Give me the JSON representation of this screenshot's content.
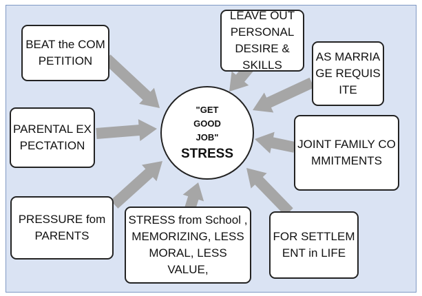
{
  "colors": {
    "background": "#dae3f3",
    "border": "#7f98c4",
    "arrow": "#a6a6a6",
    "box_fill": "#ffffff",
    "box_stroke": "#222222"
  },
  "center": {
    "subtitle": "\"GET GOOD JOB\"",
    "title": "STRESS"
  },
  "nodes": [
    {
      "id": "beat-competition",
      "label": "BEAT the COMPETITION"
    },
    {
      "id": "parental-expectation",
      "label": "PARENTAL EXPECTATION"
    },
    {
      "id": "pressure-parents",
      "label": "PRESSURE fom PARENTS"
    },
    {
      "id": "stress-school",
      "label": "STRESS from School , MEMORIZING, LESS MORAL, LESS VALUE,"
    },
    {
      "id": "settlement",
      "label": "FOR SETTLEMENT in LIFE"
    },
    {
      "id": "joint-family",
      "label": "JOINT FAMILY COMMITMENTS"
    },
    {
      "id": "marriage",
      "label": "AS MARRIAGE REQUISITE"
    },
    {
      "id": "leave-out",
      "label": "LEAVE OUT PERSONAL DESIRE & SKILLS"
    }
  ]
}
